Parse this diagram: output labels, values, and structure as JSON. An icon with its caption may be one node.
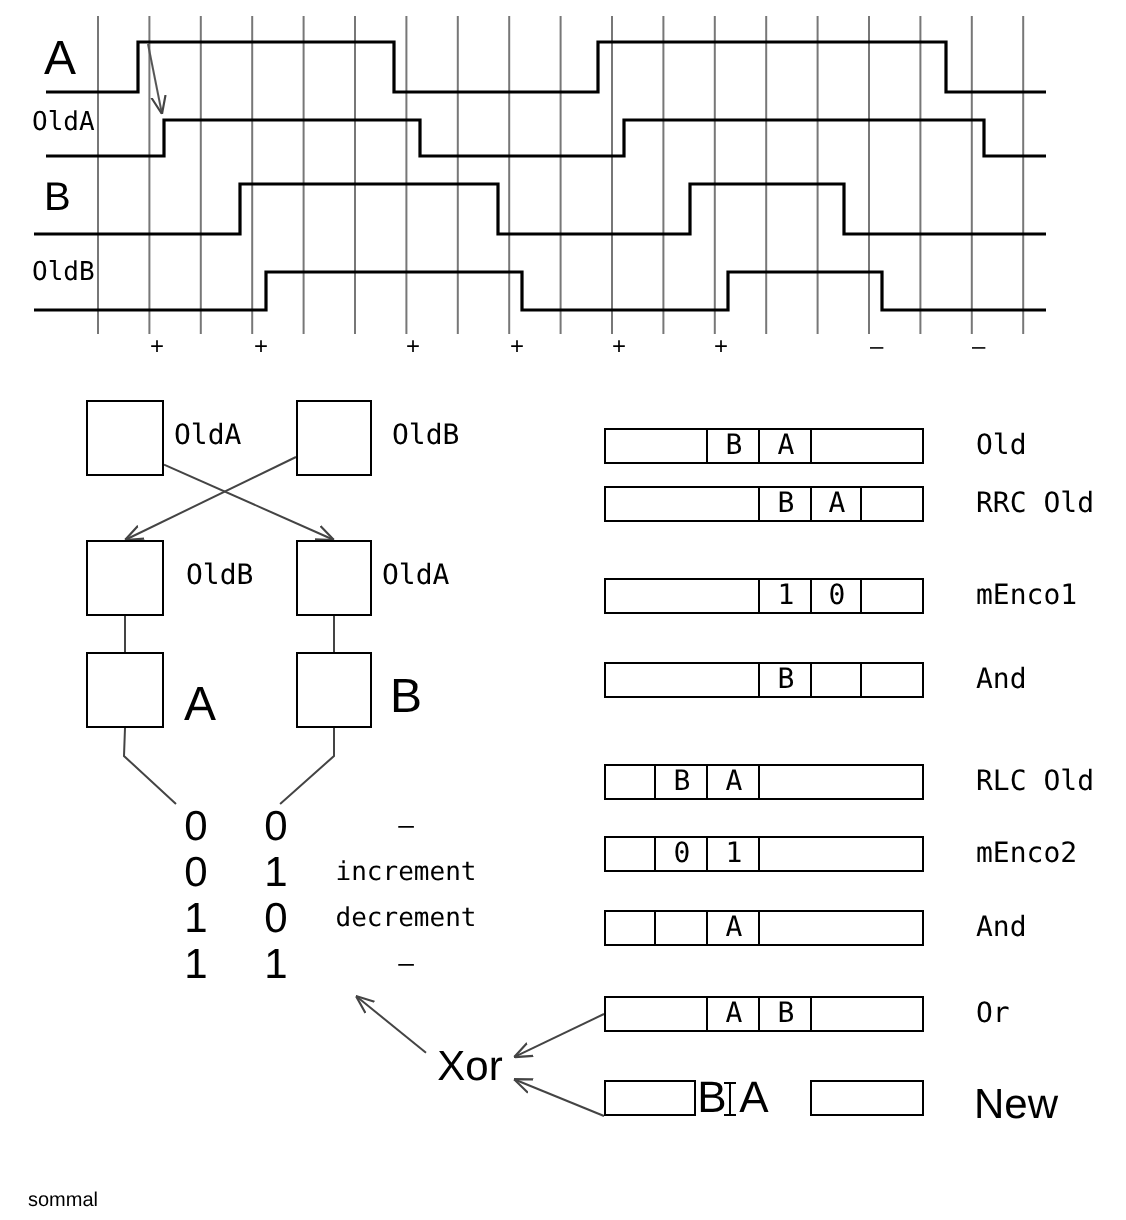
{
  "diagram": {
    "nodes": [
      {
        "text": [],
        "shape": "box",
        "beside": [
          "OldA"
        ]
      },
      {
        "text": [],
        "shape": "box",
        "beside": [
          "OldB"
        ]
      },
      {
        "text": [],
        "shape": "box",
        "beside": [
          "OldB"
        ]
      },
      {
        "text": [],
        "shape": "box",
        "beside": [
          "OldA"
        ]
      },
      {
        "text": [],
        "shape": "box",
        "beside": [
          "A"
        ]
      },
      {
        "text": [],
        "shape": "box",
        "beside": [
          "B"
        ]
      },
      {
        "text": [
          "0",
          "0",
          "–",
          "0",
          "1",
          "increment",
          "1",
          "0",
          "decrement",
          "1",
          "1",
          "–"
        ]
      },
      {
        "text": [
          "Xor"
        ]
      },
      {
        "text": [
          "B",
          "A"
        ],
        "beside": [
          "Old"
        ]
      },
      {
        "text": [
          "B",
          "A"
        ],
        "beside": [
          "RRC Old"
        ]
      },
      {
        "text": [
          "1",
          "0"
        ],
        "beside": [
          "mEnco1"
        ]
      },
      {
        "text": [
          "B"
        ],
        "beside": [
          "And"
        ]
      },
      {
        "text": [
          "B",
          "A"
        ],
        "beside": [
          "RLC Old"
        ]
      },
      {
        "text": [
          "0",
          "1"
        ],
        "beside": [
          "mEnco2"
        ]
      },
      {
        "text": [
          "A"
        ],
        "beside": [
          "And"
        ]
      },
      {
        "text": [
          "A",
          "B"
        ],
        "beside": [
          "Or"
        ]
      },
      {
        "text": [
          "B",
          "A"
        ],
        "beside": [
          "New"
        ]
      }
    ],
    "edges": [
      {
        "from": 1,
        "to": 2,
        "arrow": "to"
      },
      {
        "from": 0,
        "to": 3,
        "arrow": "to"
      },
      {
        "from": 2,
        "to": 4,
        "arrow": "none"
      },
      {
        "from": 4,
        "to": 6,
        "arrow": "none"
      },
      {
        "from": 3,
        "to": 5,
        "arrow": "none"
      },
      {
        "from": 5,
        "to": 6,
        "arrow": "none"
      },
      {
        "from": 7,
        "to": 6,
        "arrow": "to"
      },
      {
        "from": 15,
        "to": 7,
        "arrow": "to"
      },
      {
        "from": 16,
        "to": 7,
        "arrow": "to"
      }
    ],
    "labels": [
      "A",
      "OldA",
      "B",
      "OldB",
      "+",
      "+",
      "+",
      "+",
      "+",
      "+",
      "–",
      "–",
      "sommal"
    ]
  }
}
